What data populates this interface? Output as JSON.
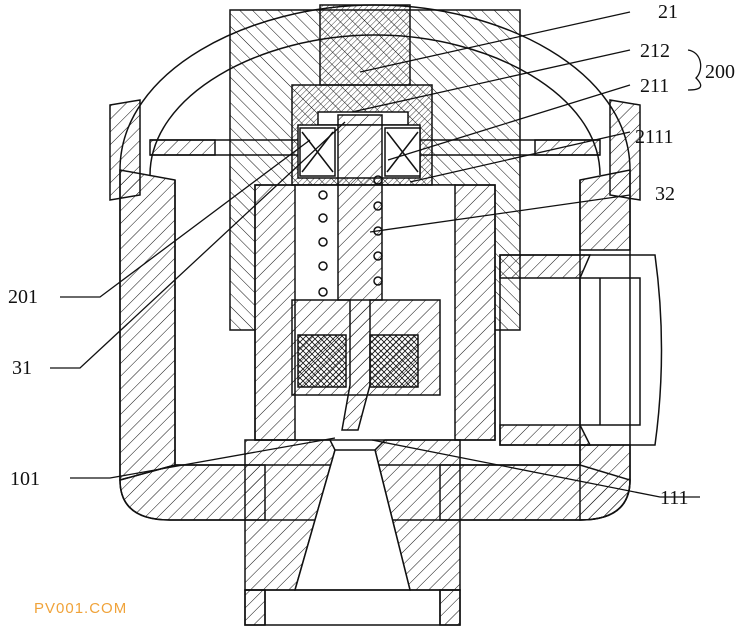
{
  "labels": {
    "l21": "21",
    "l212": "212",
    "l200": "200",
    "l211": "211",
    "l2111": "2111",
    "l32": "32",
    "l201": "201",
    "l31": "31",
    "l101": "101",
    "l111": "111"
  },
  "watermark": "PV001.COM",
  "colors": {
    "ink": "#111111",
    "background": "#ffffff",
    "watermark": "#f0a33a"
  }
}
